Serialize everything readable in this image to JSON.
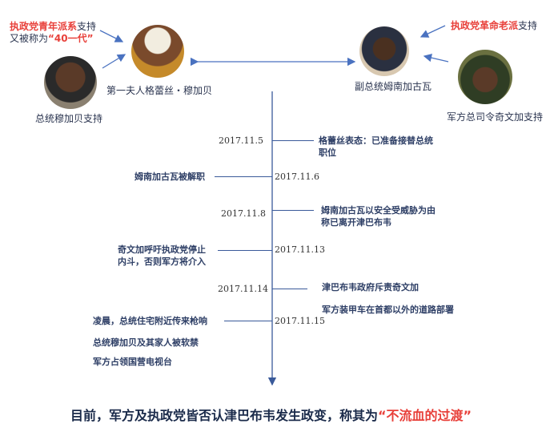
{
  "factions": {
    "youth": {
      "red": "执政党青年派系",
      "suffix": "支持",
      "line2_prefix": "又被称为",
      "line2_quote": "“40一代”"
    },
    "veteran": {
      "red": "执政党革命老派",
      "suffix": "支持"
    }
  },
  "people": {
    "grace": "第一夫人格蕾丝・穆加贝",
    "mugabe": "总统穆加贝支持",
    "mnangagwa": "副总统姆南加古瓦",
    "chiwenga": "军方总司令奇文加支持"
  },
  "timeline": {
    "d1": {
      "date": "2017.11.5",
      "text1": "格蕾丝表态：已准备接替总统",
      "text2": "职位"
    },
    "d2": {
      "date": "2017.11.6",
      "text1": "姆南加古瓦被解职"
    },
    "d3": {
      "date": "2017.11.8",
      "text1": "姆南加古瓦以安全受威胁为由",
      "text2": "称已离开津巴布韦"
    },
    "d4": {
      "date": "2017.11.13",
      "text1": "奇文加呼吁执政党停止",
      "text2": "内斗，否则军方将介入"
    },
    "d5": {
      "date": "2017.11.14",
      "text1": "津巴布韦政府斥责奇文加",
      "text2": "军方装甲车在首都以外的道路部署"
    },
    "d6": {
      "date": "2017.11.15",
      "text1": "凌晨，总统住宅附近传来枪响",
      "text2": "总统穆加贝及其家人被软禁",
      "text3": "军方占领国营电视台"
    }
  },
  "conclusion": {
    "prefix": "目前，军方及执政党皆否认津巴布韦发生政变，称其为",
    "quote_open": "“",
    "highlight": "不流血的过渡",
    "quote_close": "”"
  },
  "colors": {
    "accent": "#e8403a",
    "line": "#3a5a9a",
    "text": "#2e3f66"
  }
}
